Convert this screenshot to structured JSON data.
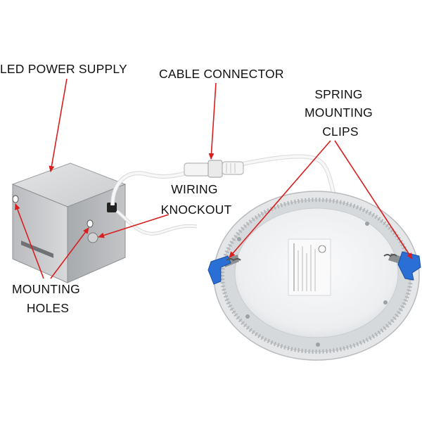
{
  "labels": {
    "led_power_supply": "LED POWER SUPPLY",
    "cable_connector": "CABLE CONNECTOR",
    "spring_mounting_clips": [
      "SPRING",
      "MOUNTING",
      "CLIPS"
    ],
    "wiring_knockout": [
      "WIRING",
      "KNOCKOUT"
    ],
    "mounting_holes": [
      "MOUNTING",
      "HOLES"
    ]
  },
  "colors": {
    "arrow": "#d81e1e",
    "clip_blue": "#2a6fd6",
    "panel": "#eef0f2",
    "box": "#c7c9cc",
    "cable": "#f2f2f2"
  }
}
